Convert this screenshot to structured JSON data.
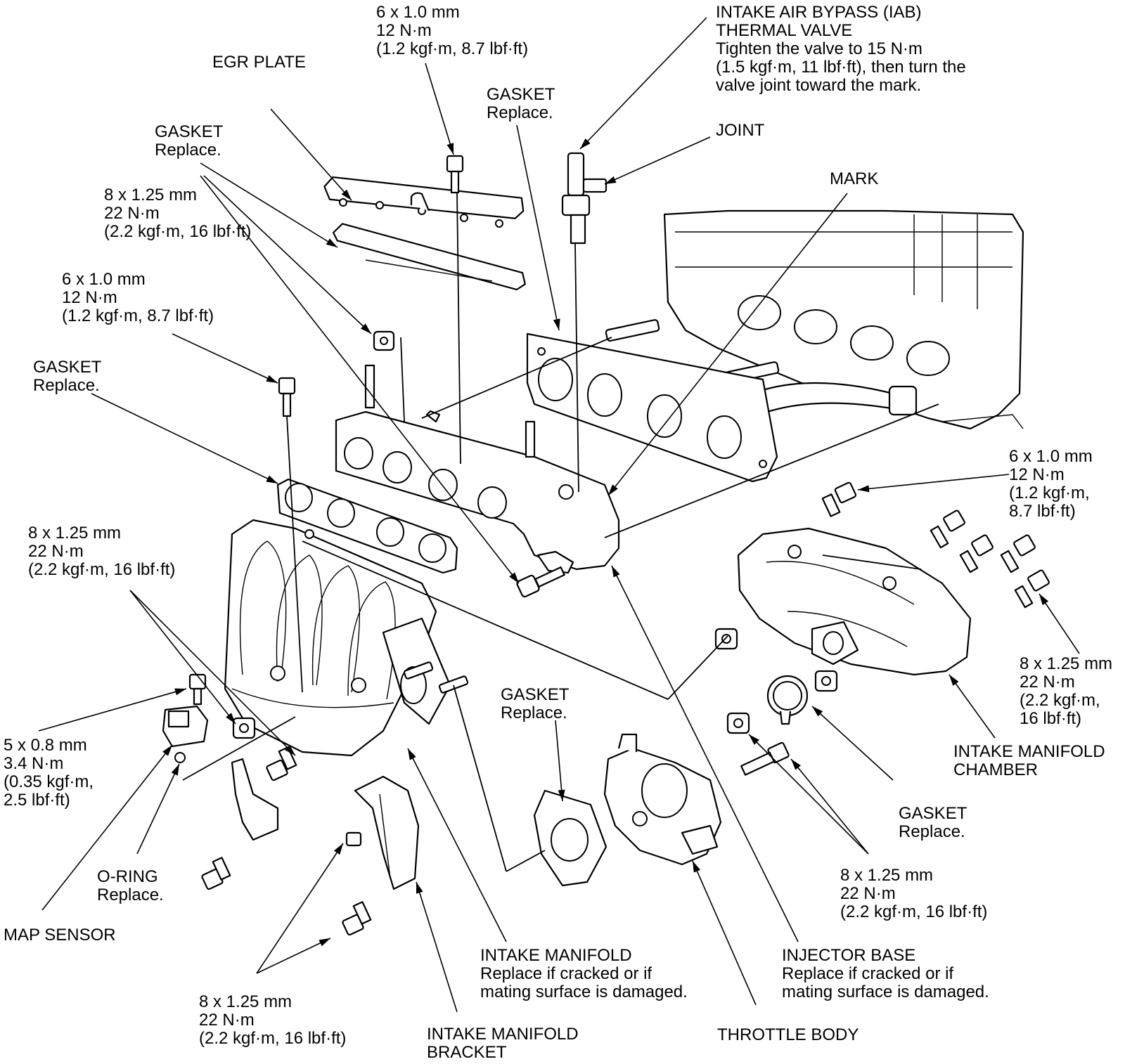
{
  "callouts": {
    "egr_plate": {
      "lines": [
        "EGR PLATE"
      ]
    },
    "bolt_egr_top": {
      "lines": [
        "6 x 1.0 mm",
        "12 N·m",
        "(1.2 kgf·m, 8.7 lbf·ft)"
      ]
    },
    "iab_valve": {
      "lines": [
        "INTAKE AIR BYPASS (IAB)",
        "THERMAL VALVE",
        "Tighten the valve to 15 N·m",
        "(1.5 kgf·m, 11 lbf·ft), then turn the",
        "valve joint toward the mark."
      ]
    },
    "gasket_head": {
      "lines": [
        "GASKET",
        "Replace."
      ]
    },
    "gasket_egr": {
      "lines": [
        "GASKET",
        "Replace."
      ]
    },
    "joint": {
      "lines": [
        "JOINT"
      ]
    },
    "bolt_8_upper": {
      "lines": [
        "8 x 1.25 mm",
        "22 N·m",
        "(2.2 kgf·m, 16 lbf·ft)"
      ]
    },
    "mark": {
      "lines": [
        "MARK"
      ]
    },
    "bolt_6_left": {
      "lines": [
        "6 x 1.0 mm",
        "12 N·m",
        "(1.2 kgf·m, 8.7 lbf·ft)"
      ]
    },
    "gasket_injector": {
      "lines": [
        "GASKET",
        "Replace."
      ]
    },
    "bolt_6_right": {
      "lines": [
        "6 x 1.0 mm",
        "12 N·m",
        "(1.2 kgf·m,",
        "8.7 lbf·ft)"
      ]
    },
    "bolt_8_left": {
      "lines": [
        "8 x 1.25 mm",
        "22 N·m",
        "(2.2 kgf·m, 16 lbf·ft)"
      ]
    },
    "bolt_8_right": {
      "lines": [
        "8 x 1.25 mm",
        "22 N·m",
        "(2.2 kgf·m,",
        "16 lbf·ft)"
      ]
    },
    "gasket_throttle": {
      "lines": [
        "GASKET",
        "Replace."
      ]
    },
    "chamber": {
      "lines": [
        "INTAKE MANIFOLD",
        "CHAMBER"
      ]
    },
    "bolt_5": {
      "lines": [
        "5 x 0.8 mm",
        "3.4 N·m",
        "(0.35 kgf·m,",
        "2.5 lbf·ft)"
      ]
    },
    "gasket_chamber": {
      "lines": [
        "GASKET",
        "Replace."
      ]
    },
    "o_ring": {
      "lines": [
        "O-RING",
        "Replace."
      ]
    },
    "bolt_8_throttle": {
      "lines": [
        "8 x 1.25 mm",
        "22 N·m",
        "(2.2 kgf·m, 16 lbf·ft)"
      ]
    },
    "map_sensor": {
      "lines": [
        "MAP SENSOR"
      ]
    },
    "intake_manifold": {
      "lines": [
        "INTAKE MANIFOLD",
        "Replace if cracked or if",
        "mating surface is damaged."
      ]
    },
    "injector_base": {
      "lines": [
        "INJECTOR BASE",
        "Replace if cracked or if",
        "mating surface is damaged."
      ]
    },
    "bolt_8_bracket": {
      "lines": [
        "8 x 1.25 mm",
        "22 N·m",
        "(2.2 kgf·m, 16 lbf·ft)"
      ]
    },
    "bracket": {
      "lines": [
        "INTAKE MANIFOLD",
        "BRACKET"
      ]
    },
    "throttle_body": {
      "lines": [
        "THROTTLE BODY"
      ]
    }
  }
}
